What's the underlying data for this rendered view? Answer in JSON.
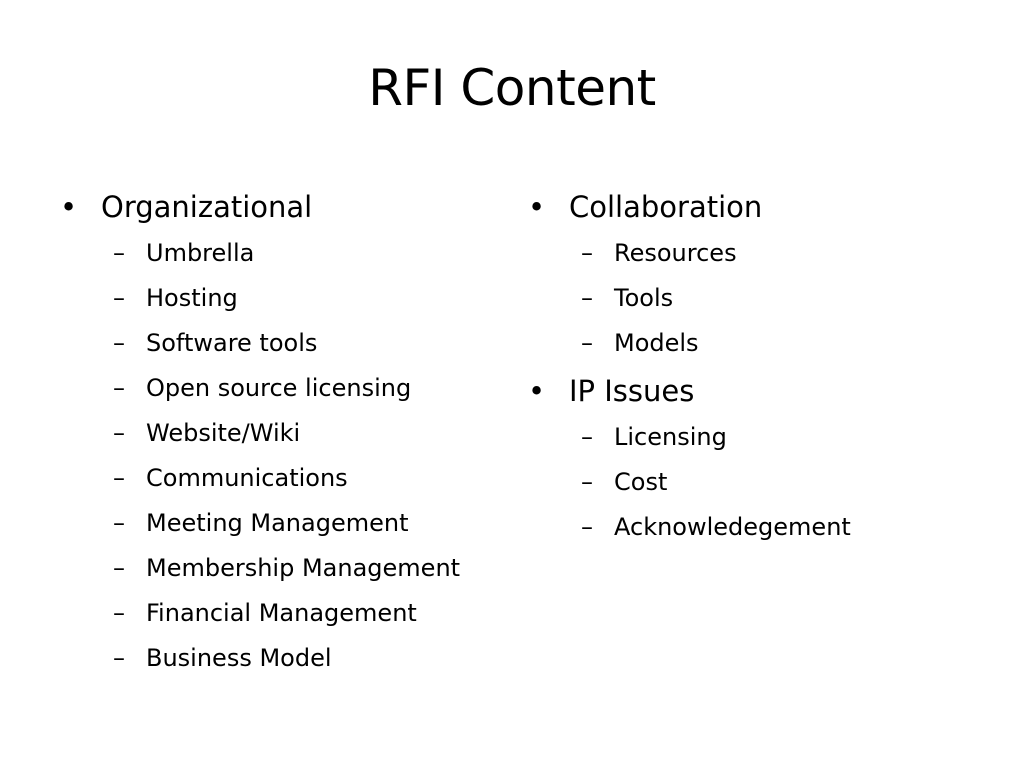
{
  "slide": {
    "title": "RFI Content",
    "bullet_glyph": "•",
    "dash_glyph": "–",
    "columns": [
      {
        "groups": [
          {
            "heading": "Organizational",
            "items": [
              "Umbrella",
              "Hosting",
              "Software tools",
              "Open source licensing",
              "Website/Wiki",
              "Communications",
              "Meeting Management",
              "Membership Management",
              "Financial Management",
              "Business Model"
            ]
          }
        ]
      },
      {
        "groups": [
          {
            "heading": "Collaboration",
            "items": [
              "Resources",
              "Tools",
              "Models"
            ]
          },
          {
            "heading": "IP Issues",
            "items": [
              "Licensing",
              "Cost",
              "Acknowledegement"
            ]
          }
        ]
      }
    ]
  }
}
